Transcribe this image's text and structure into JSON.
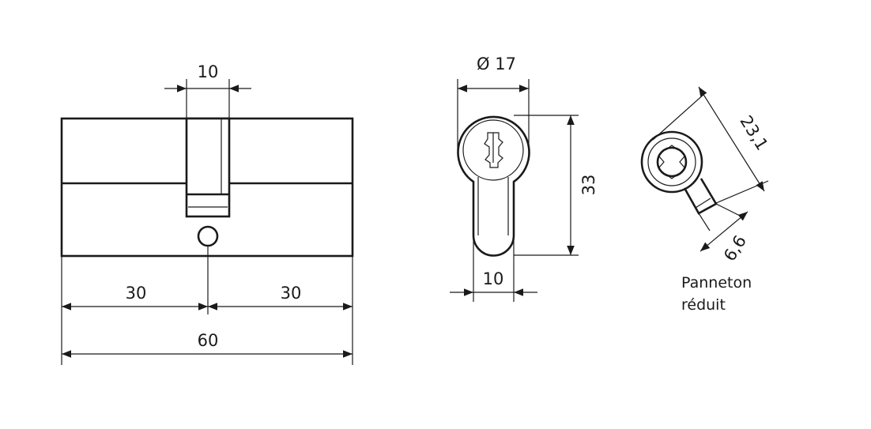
{
  "dimensions": {
    "cam_width": "10",
    "left_length": "30",
    "right_length": "30",
    "total_length": "60",
    "diameter": "Ø 17",
    "height": "33",
    "profile_width": "10",
    "cam_diagonal": "23,1",
    "cam_offset": "6,6"
  },
  "note": {
    "line1": "Panneton",
    "line2": "réduit"
  },
  "colors": {
    "line": "#1a1a1a",
    "background": "#ffffff"
  }
}
